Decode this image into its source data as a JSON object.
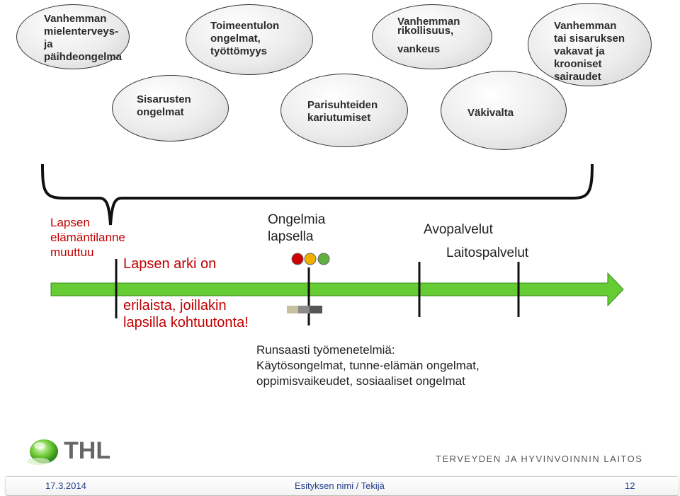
{
  "ovals": [
    {
      "id": "parent-mental-health",
      "text": "Vanhemman\nmielenterveys-\nja\npäihdeongelma"
    },
    {
      "id": "income-problems",
      "text": "Toimeentulon\nongelmat,\ntyöttömyys"
    },
    {
      "id": "parent-crime",
      "text": "Vanhemman\nrikollisuus,\n\nvankeus"
    },
    {
      "id": "serious-illness",
      "text": "Vanhemman\ntai sisaruksen\nvakavat ja\nkrooniset\nsairaudet"
    },
    {
      "id": "sibling-problems",
      "text": "Sisarusten\nongelmat"
    },
    {
      "id": "relationship-escalation",
      "text": "Parisuhteiden\nkariutumiset"
    },
    {
      "id": "violence",
      "text": "Väkivalta"
    }
  ],
  "labels": {
    "life_change": "Lapsen\nelämäntilanne\nmuuttuu",
    "everyday_1": "Lapsen arki on",
    "everyday_2": "erilaista, joillakin\nlapsilla kohtuutonta!",
    "child_problems": "Ongelmia\nlapsella",
    "outpatient": "Avopalvelut",
    "institutional": "Laitospalvelut",
    "methods": "Runsaasti työmenetelmiä:\nKäytösongelmat, tunne-elämän ongelmat,\noppimisvaikeudet, sosiaaliset ongelmat"
  },
  "traffic_lights": [
    "#d00000",
    "#f0b000",
    "#60b040"
  ],
  "gray_squares": [
    "#c8bfa0",
    "#8a8a8a",
    "#555555"
  ],
  "colors": {
    "arrow": "#66cc33",
    "accent_text": "#c00000"
  },
  "logo": {
    "name": "THL",
    "org": "TERVEYDEN JA HYVINVOINNIN LAITOS"
  },
  "footer": {
    "date": "17.3.2014",
    "title": "Esityksen nimi / Tekijä",
    "page": "12"
  }
}
